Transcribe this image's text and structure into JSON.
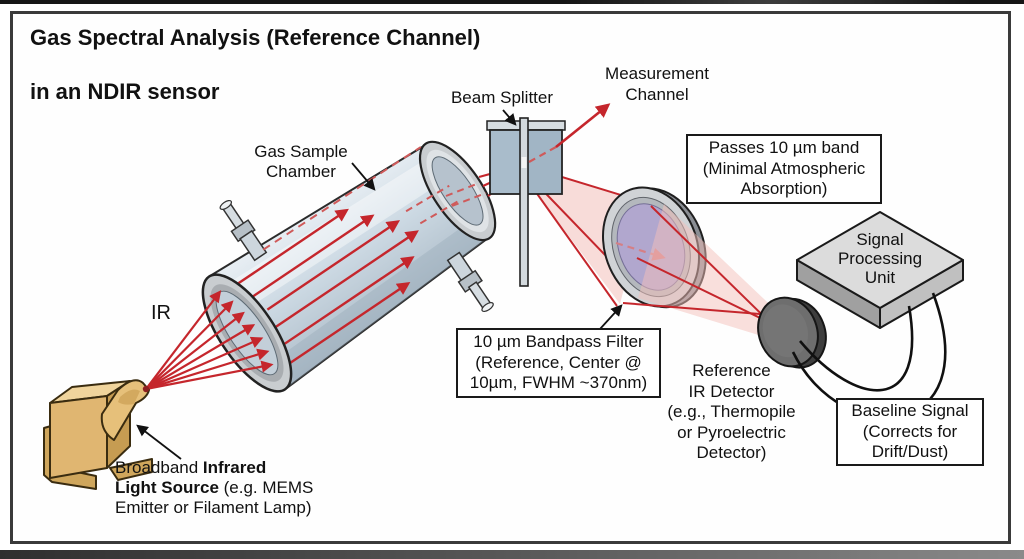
{
  "title": {
    "line1": "Gas Spectral Analysis (Reference Channel)",
    "line2": "in an NDIR sensor"
  },
  "labels": {
    "beam_splitter": "Beam Splitter",
    "measurement_channel": "Measurement\nChannel",
    "gas_sample_chamber": "Gas Sample\nChamber",
    "ir": "IR",
    "signal_processing_unit": "Signal\nProcessing\nUnit",
    "reference_detector": "Reference\nIR Detector\n(e.g., Thermopile\nor Pyroelectric\nDetector)",
    "light_source": {
      "l1a": "Broadband ",
      "l1b": "Infrared",
      "l2a": "Light Source",
      "l2b": " (e.g. MEMS",
      "l3": "Emitter or Filament Lamp)"
    }
  },
  "callouts": {
    "passes_band": "Passes 10 µm band\n(Minimal Atmospheric\nAbsorption)",
    "bandpass_filter": "10 µm Bandpass Filter\n(Reference, Center @\n10µm, FWHM ~370nm)",
    "baseline_signal": "Baseline Signal\n(Corrects for\nDrift/Dust)"
  },
  "colors": {
    "beam_red": "#c5262c",
    "beam_fill_pink": "#f3bfba",
    "dashed_red": "#cf5a5a",
    "filter_glass": "#b1a5d2",
    "chamber_glass": "#ccd9e3",
    "metal_gray": "#c9cdd0",
    "detector_gray": "#6e6e6e",
    "spu_top_gray": "#dcdcdc",
    "source_tan": "#e0b671",
    "frame_border": "#3a3a3a",
    "callout_border": "#1a1a1a"
  }
}
